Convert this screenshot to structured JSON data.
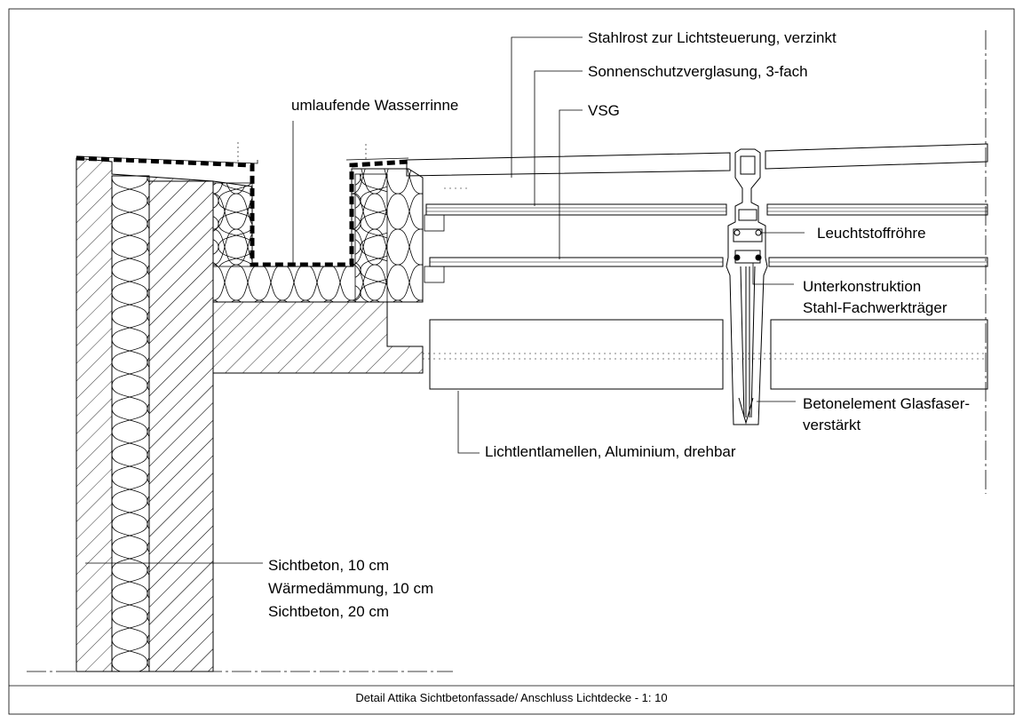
{
  "labels": {
    "stahlrost": "Stahlrost zur Lichtsteuerung, verzinkt",
    "sonnenschutz": "Sonnenschutzverglasung, 3-fach",
    "vsg": "VSG",
    "wasserrinne": "umlaufende Wasserrinne",
    "leuchtstoff": "Leuchtstoffröhre",
    "unterkonstruktion_1": "Unterkonstruktion",
    "unterkonstruktion_2": "Stahl-Fachwerkträger",
    "betonelement_1": "Betonelement Glasfaser-",
    "betonelement_2": "verstärkt",
    "lamellen": "Lichtlentlamellen, Aluminium, drehbar",
    "wall_1": "Sichtbeton, 10 cm",
    "wall_2": "Wärmedämmung, 10 cm",
    "wall_3": "Sichtbeton, 20 cm"
  },
  "title_block": {
    "title": "Detail Attika Sichtbetonfassade/ Anschluss Lichtdecke - 1: 10"
  }
}
